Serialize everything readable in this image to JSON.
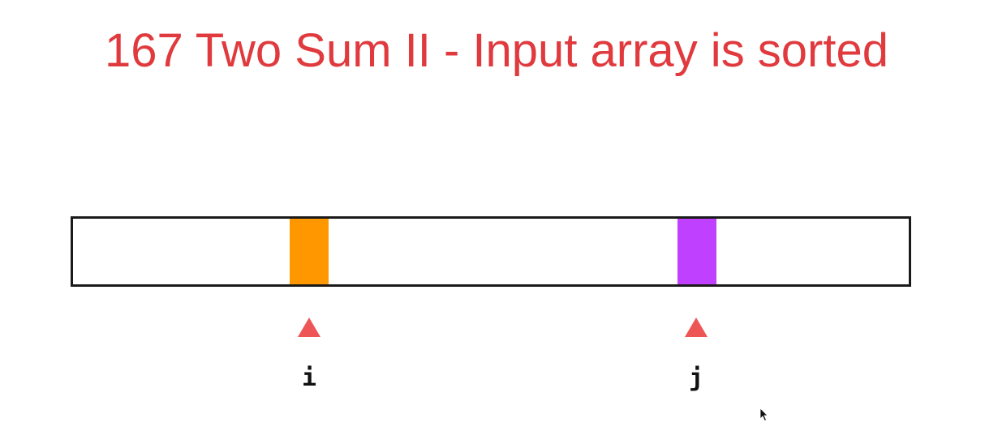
{
  "title": "167 Two Sum II - Input array is sorted",
  "pointers": {
    "i": {
      "label": "i",
      "cell_color": "#ff9800"
    },
    "j": {
      "label": "j",
      "cell_color": "#bf40ff"
    }
  },
  "colors": {
    "title": "#e03a3e",
    "pointer_arrow": "#ee5555",
    "bar_border": "#1a1a1a"
  },
  "icons": {
    "pointer": "up-triangle",
    "cursor": "mouse-pointer"
  }
}
